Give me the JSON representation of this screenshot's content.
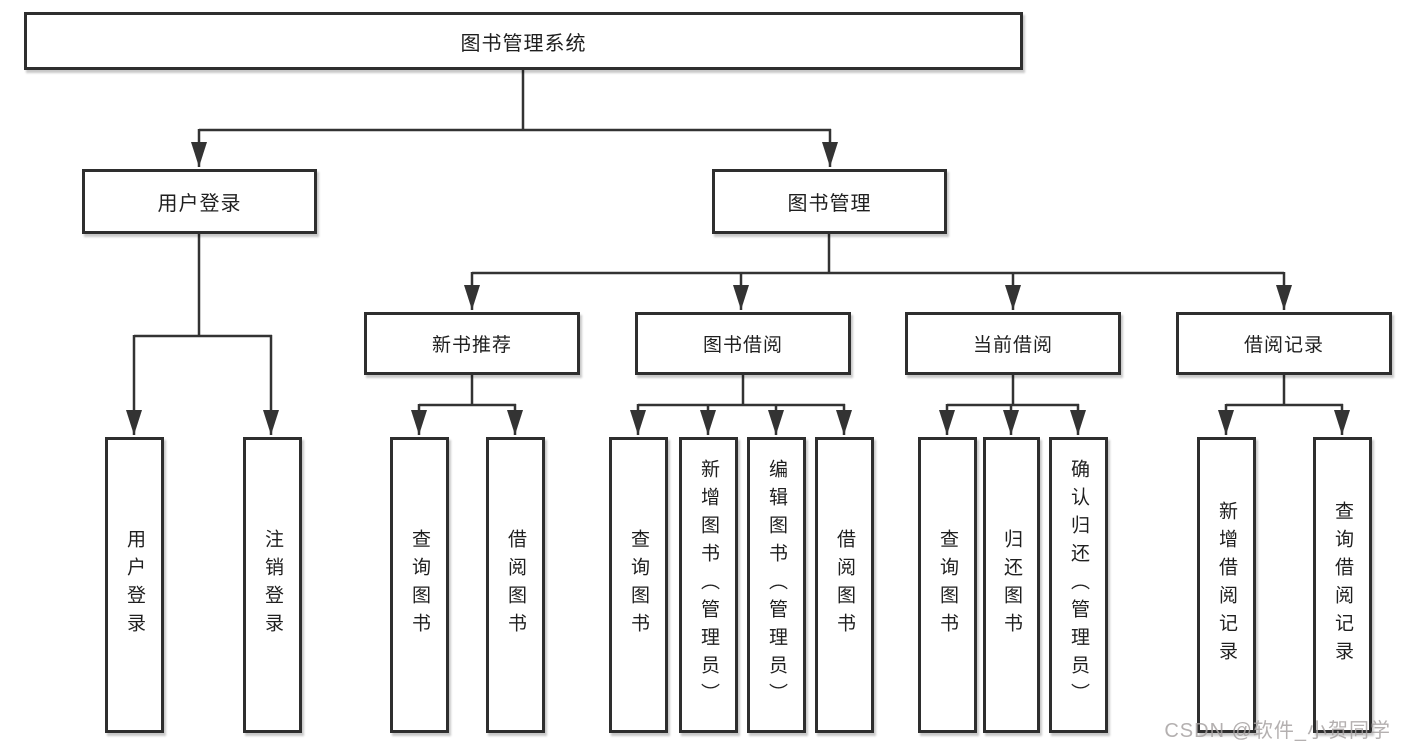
{
  "diagram": {
    "root": {
      "label": "图书管理系统"
    },
    "level2": {
      "user_login": {
        "label": "用户登录"
      },
      "book_management": {
        "label": "图书管理"
      }
    },
    "user_login_children": [
      {
        "label": "用户登录"
      },
      {
        "label": "注销登录"
      }
    ],
    "level3": [
      {
        "label": "新书推荐"
      },
      {
        "label": "图书借阅"
      },
      {
        "label": "当前借阅"
      },
      {
        "label": "借阅记录"
      }
    ],
    "new_book_children": [
      {
        "label": "查询图书"
      },
      {
        "label": "借阅图书"
      }
    ],
    "borrow_children": [
      {
        "label": "查询图书"
      },
      {
        "label": "新增图书（管理员）"
      },
      {
        "label": "编辑图书（管理员）"
      },
      {
        "label": "借阅图书"
      }
    ],
    "current_children": [
      {
        "label": "查询图书"
      },
      {
        "label": "归还图书"
      },
      {
        "label": "确认归还（管理员）"
      }
    ],
    "records_children": [
      {
        "label": "新增借阅记录"
      },
      {
        "label": "查询借阅记录"
      }
    ],
    "watermark": "CSDN @软件_小贺同学",
    "colors": {
      "line": "#333333",
      "box_border": "#2e2e2e",
      "box_fill": "#ffffff",
      "text": "#1f1f1f",
      "watermark": "#a7a3a3"
    }
  }
}
